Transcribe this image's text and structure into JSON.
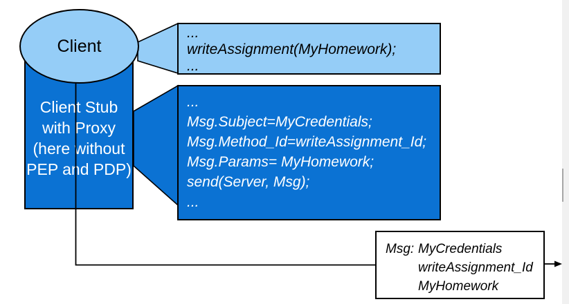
{
  "colors": {
    "light_blue": "#95cdf7",
    "dark_blue": "#0b72d3",
    "outline": "#000000",
    "scrollbar_track": "#f1f1f1",
    "scrollbar_thumb": "#a6a6a6"
  },
  "client": {
    "label": "Client"
  },
  "client_stub": {
    "lines": [
      "Client Stub",
      "with Proxy",
      "(here without",
      "PEP and PDP)"
    ]
  },
  "client_code_callout": {
    "lines": [
      "...",
      "writeAssignment(MyHomework);",
      "..."
    ]
  },
  "stub_code_callout": {
    "lines": [
      "...",
      "Msg.Subject=MyCredentials;",
      "Msg.Method_Id=writeAssignment_Id;",
      "Msg.Params= MyHomework;",
      "send(Server, Msg);",
      "..."
    ]
  },
  "message_box": {
    "label": "Msg:",
    "values": [
      "MyCredentials",
      "writeAssignment_Id",
      "MyHomework"
    ]
  }
}
